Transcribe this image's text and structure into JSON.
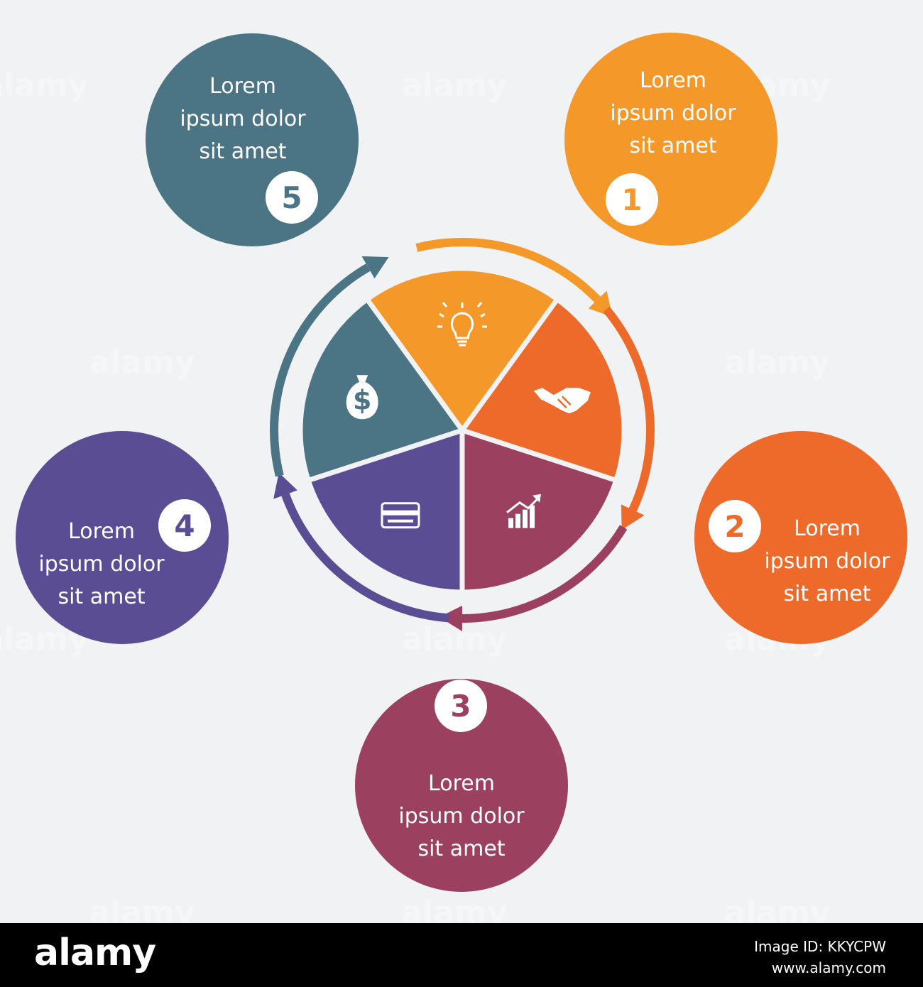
{
  "colors": {
    "background": "#f1f2f4",
    "step1": "#f5982a",
    "step2": "#ee6a2b",
    "step3": "#9c405f",
    "step4": "#5b4d94",
    "step5": "#4b7585"
  },
  "steps": [
    {
      "number": "1",
      "lines": [
        "Lorem",
        "ipsum dolor",
        "sit amet"
      ],
      "icon": "lightbulb-icon"
    },
    {
      "number": "2",
      "lines": [
        "Lorem",
        "ipsum dolor",
        "sit amet"
      ],
      "icon": "handshake-icon"
    },
    {
      "number": "3",
      "lines": [
        "Lorem",
        "ipsum dolor",
        "sit amet"
      ],
      "icon": "growth-chart-icon"
    },
    {
      "number": "4",
      "lines": [
        "Lorem",
        "ipsum dolor",
        "sit amet"
      ],
      "icon": "credit-card-icon"
    },
    {
      "number": "5",
      "lines": [
        "Lorem",
        "ipsum dolor",
        "sit amet"
      ],
      "icon": "money-bag-icon"
    }
  ],
  "watermark": "alamy",
  "footer": {
    "brand": "alamy",
    "image_id": "Image ID: KKYCPW",
    "site": "www.alamy.com"
  }
}
